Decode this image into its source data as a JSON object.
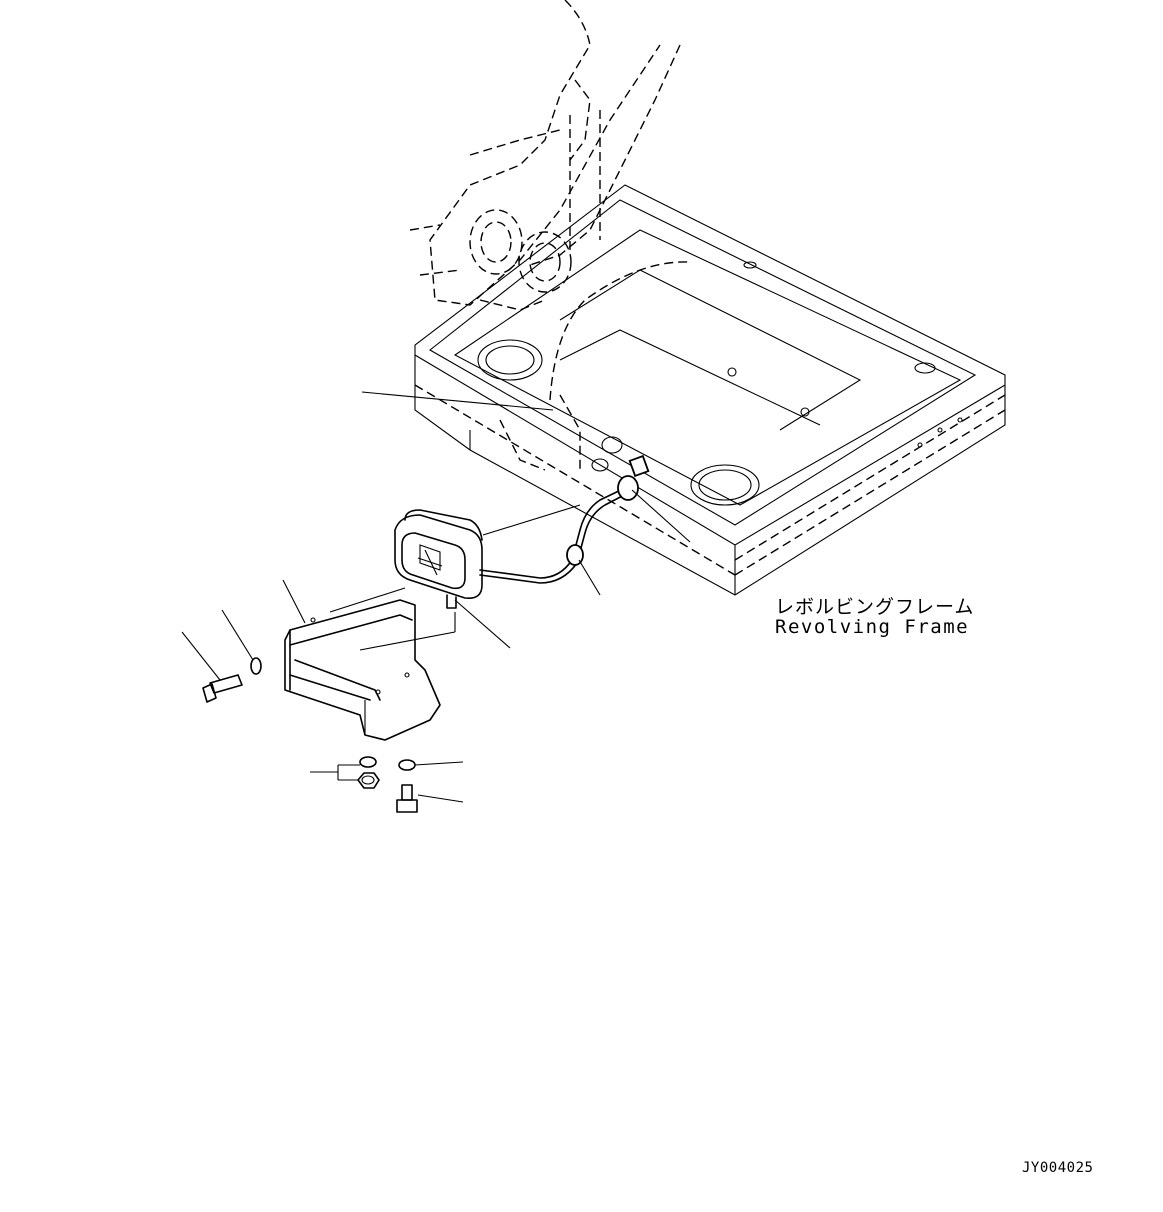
{
  "labels": {
    "frame_jp": "レボルビングフレーム",
    "frame_en": "Revolving Frame",
    "drawing_id": "JY004025"
  },
  "line_style": {
    "stroke": "#000000",
    "background": "#ffffff"
  }
}
